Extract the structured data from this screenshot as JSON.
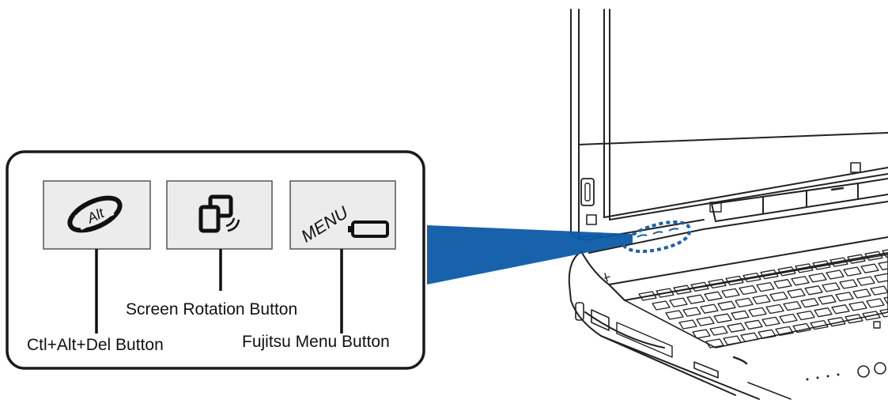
{
  "callouts": {
    "ctl_alt_del": "Ctl+Alt+Del Button",
    "screen_rotation": "Screen Rotation Button",
    "fujitsu_menu": "Fujitsu Menu Button"
  },
  "icons": {
    "alt_icon_text": "Alt",
    "menu_icon_text": "MENU"
  },
  "colors": {
    "highlight_beam": "#0b5aa6",
    "dotted_outline": "#1a5fa8",
    "line": "#111111"
  }
}
